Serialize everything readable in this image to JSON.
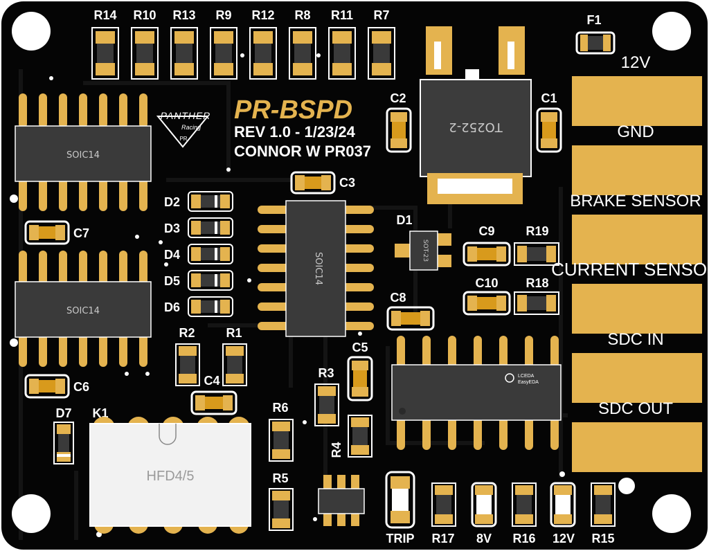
{
  "board": {
    "title": "PR-BSPD",
    "revision": "REV 1.0 - 1/23/24",
    "author": "CONNOR W PR037",
    "logo_text": "PANTHER",
    "logo_sub": "Racing",
    "logo_mark": "PR"
  },
  "resistors_top": [
    "R14",
    "R10",
    "R13",
    "R9",
    "R12",
    "R8",
    "R11",
    "R7"
  ],
  "capacitors": {
    "c1": "C1",
    "c2": "C2",
    "c3": "C3",
    "c4": "C4",
    "c5": "C5",
    "c6": "C6",
    "c7": "C7",
    "c8": "C8",
    "c9": "C9",
    "c10": "C10"
  },
  "diodes": {
    "d1": "D1",
    "d2": "D2",
    "d3": "D3",
    "d4": "D4",
    "d5": "D5",
    "d6": "D6",
    "d7": "D7"
  },
  "resistors": {
    "r1": "R1",
    "r2": "R2",
    "r3": "R3",
    "r4": "R4",
    "r5": "R5",
    "r6": "R6",
    "r15": "R15",
    "r16": "R16",
    "r17": "R17",
    "r18": "R18",
    "r19": "R19"
  },
  "fuse": "F1",
  "relay": {
    "ref": "K1",
    "model": "HFD4/5"
  },
  "regulator": {
    "package": "TO252-2"
  },
  "chips": {
    "soic": "SOIC14",
    "sot": "SOT-23",
    "lceda_1": "LCEDA",
    "lceda_2": "EasyEDA"
  },
  "pads": [
    "12V",
    "GND",
    "BRAKE SENSOR",
    "CURRENT SENSOR",
    "SDC IN",
    "SDC OUT"
  ],
  "leds": {
    "trip": "TRIP",
    "v8": "8V",
    "v12": "12V"
  },
  "colors": {
    "board": "#050505",
    "copper": "#e4b34f",
    "silkscreen": "#ffffff",
    "chip_body": "#3a3a3a"
  }
}
